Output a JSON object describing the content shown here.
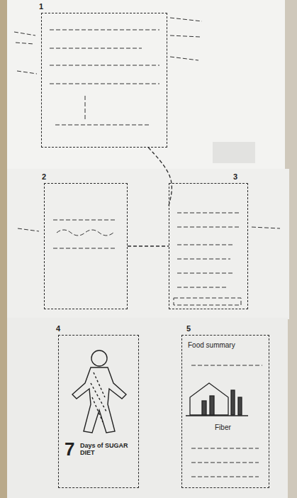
{
  "diagram": {
    "nodes": [
      {
        "text": [
          "1"
        ]
      },
      {
        "text": [
          "2"
        ]
      },
      {
        "text": [
          "3"
        ]
      },
      {
        "text": [
          "4",
          "7",
          "Days of SUGAR DIET"
        ]
      },
      {
        "text": [
          "5",
          "Food summary",
          "Fiber"
        ]
      }
    ],
    "edges": [
      {
        "from": 0,
        "to": 2,
        "arrow": "none"
      },
      {
        "from": 1,
        "to": 2,
        "arrow": "none"
      }
    ]
  }
}
